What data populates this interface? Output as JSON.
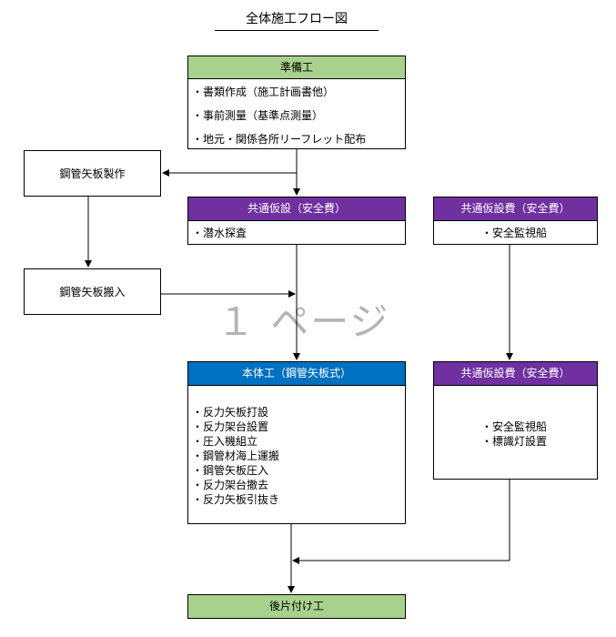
{
  "title": "全体施工フロー図",
  "watermark": "１ ページ",
  "prep": {
    "header": "準備工",
    "items": [
      "・書類作成（施工計画書他）",
      "・事前測量（基準点測量）",
      "・地元・関係各所リーフレット配布"
    ]
  },
  "fabricate": {
    "label": "鋼管矢板製作"
  },
  "deliver": {
    "label": "鋼管矢板搬入"
  },
  "temp_safety_1": {
    "header": "共通仮設（安全費）",
    "items": [
      "・潜水探査"
    ]
  },
  "temp_safety_2": {
    "header": "共通仮設費（安全費）",
    "items": [
      "・安全監視船"
    ]
  },
  "main_work": {
    "header": "本体工（鋼管矢板式）",
    "items": [
      "・反力矢板打設",
      "・反力架台設置",
      "・圧入機組立",
      "・鋼管材海上運搬",
      "・鋼管矢板圧入",
      "・反力架台撤去",
      "・反力矢板引抜き"
    ]
  },
  "temp_safety_3": {
    "header": "共通仮設費（安全費）",
    "items": [
      "・安全監視船",
      "・標識灯設置"
    ]
  },
  "cleanup": {
    "header": "後片付け工"
  },
  "colors": {
    "green": "#a9d18e",
    "purple": "#7030a0",
    "blue": "#0070c0"
  }
}
